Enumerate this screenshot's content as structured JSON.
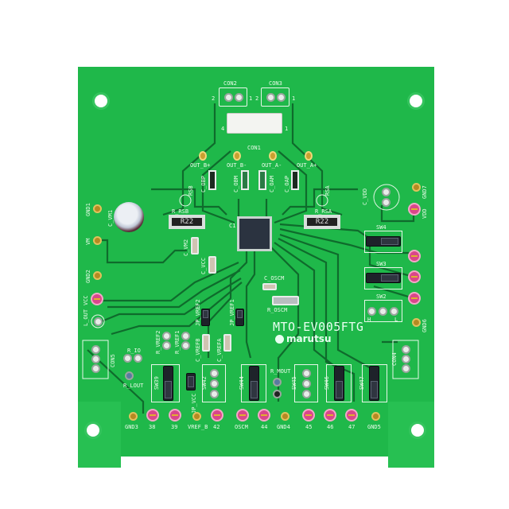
{
  "board": {
    "model": "MTO-EV005FTG",
    "brand_logo": "marutsu",
    "colors": {
      "solder_mask": "#1fb84a",
      "traces": "#0f6b2c",
      "silkscreen": "#eafbe9",
      "test_point_pink": "#d9468b",
      "background": "#ffffff"
    }
  },
  "top": {
    "con2": "CON2",
    "con3": "CON3",
    "con1": "CON1",
    "pin2a": "2",
    "pin1a": "1",
    "pin2b": "2",
    "pin1b": "1",
    "pin4": "4",
    "pin1c": "1",
    "out_b_plus": "OUT_B+",
    "out_b_minus": "OUT_B-",
    "out_a_minus": "OUT_A-",
    "out_a_plus": "OUT_A+",
    "c_obp": "C_OBP",
    "c_obm": "C_OBM",
    "c_oam": "C_OAM",
    "c_oap": "C_OAP",
    "rsb": "RSB",
    "rsa": "RSA",
    "r_rsb": "R_RSB",
    "r_rsa": "R_RSA",
    "r22": "R22",
    "c1": "C1",
    "c_vdd": "C_VDD"
  },
  "left": {
    "gnd1": "GND1",
    "vm": "VM",
    "gnd2": "GND2",
    "vcc": "VCC",
    "l_out": "L_OUT",
    "c_vm1": "C_VM1",
    "c_vm2": "C_VM2",
    "c_vcc": "C_VCC",
    "con5": "CON5",
    "r_io": "R_IO",
    "r_lout": "R_LOUT"
  },
  "middle": {
    "r_vref2": "R_VREF2",
    "r_vref1": "R_VREF1",
    "c_vrefb": "C_VREFB",
    "c_vrefa": "C_VREFA",
    "jp_vref2": "JP_VREF2",
    "jp_vref1": "JP_VREF1",
    "c_oscm": "C_OSCM",
    "r_oscm": "R_OSCM",
    "r_mout": "R_MOUT",
    "jp_vcc": "JP_VCC"
  },
  "switches": {
    "sw39": "SW39",
    "sw42": "SW42",
    "sw44": "SW44",
    "sw45": "SW45",
    "sw46": "SW46",
    "sw47": "SW47",
    "sw4": "SW4",
    "sw3": "SW3",
    "sw2": "SW2",
    "h": "H",
    "l": "L"
  },
  "right": {
    "gnd7": "GND7",
    "vdd": "VDD",
    "gnd6": "GND6",
    "con4": "CON4"
  },
  "bottom_test_points": [
    "GND3",
    "38",
    "39",
    "VREF_B",
    "42",
    "OSCM",
    "44",
    "GND4",
    "45",
    "46",
    "47",
    "GND5"
  ]
}
